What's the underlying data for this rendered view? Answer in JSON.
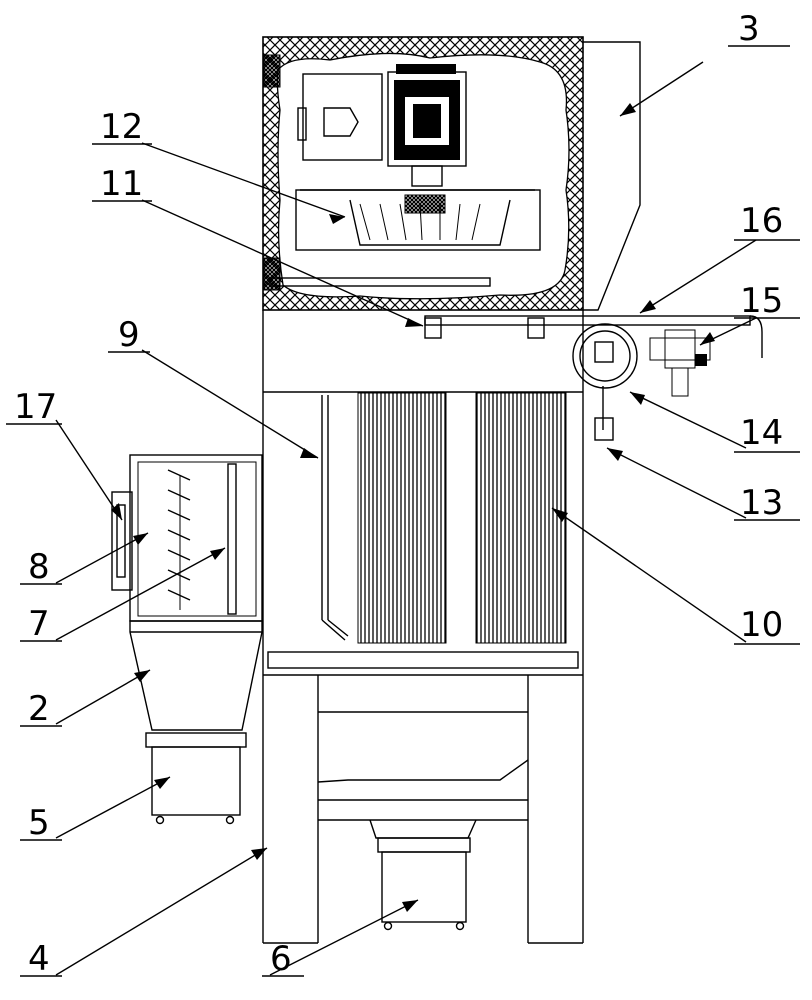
{
  "callouts": {
    "c1": "3",
    "c2": "12",
    "c3": "11",
    "c4": "16",
    "c5": "15",
    "c6": "9",
    "c7": "17",
    "c8": "14",
    "c9": "13",
    "c10": "8",
    "c11": "7",
    "c12": "10",
    "c13": "2",
    "c14": "5",
    "c15": "4",
    "c16": "6"
  },
  "colors": {
    "line": "#000000",
    "background": "#ffffff"
  }
}
